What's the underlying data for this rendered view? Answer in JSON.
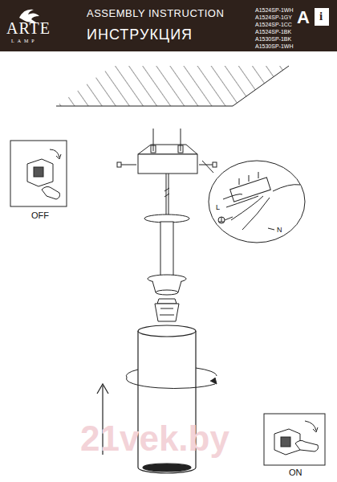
{
  "diagram": {
    "title": "ASSEMBLY INSTRUCTION",
    "nodes": [
      {
        "text": [
          "OFF"
        ]
      },
      {
        "text": [
          "L",
          "N"
        ]
      },
      {
        "text": [
          "ON"
        ]
      }
    ],
    "labels": [
      "ARTE",
      "LAMP",
      "ИНСТРУКЦИЯ",
      "A1524SP-1WH",
      "A1524SP-1GY",
      "A1524SP-1CC",
      "A1524SP-1BK",
      "A1530SP-1BK",
      "A1530SP-1WH",
      "A",
      "i",
      "21vek.by"
    ]
  }
}
